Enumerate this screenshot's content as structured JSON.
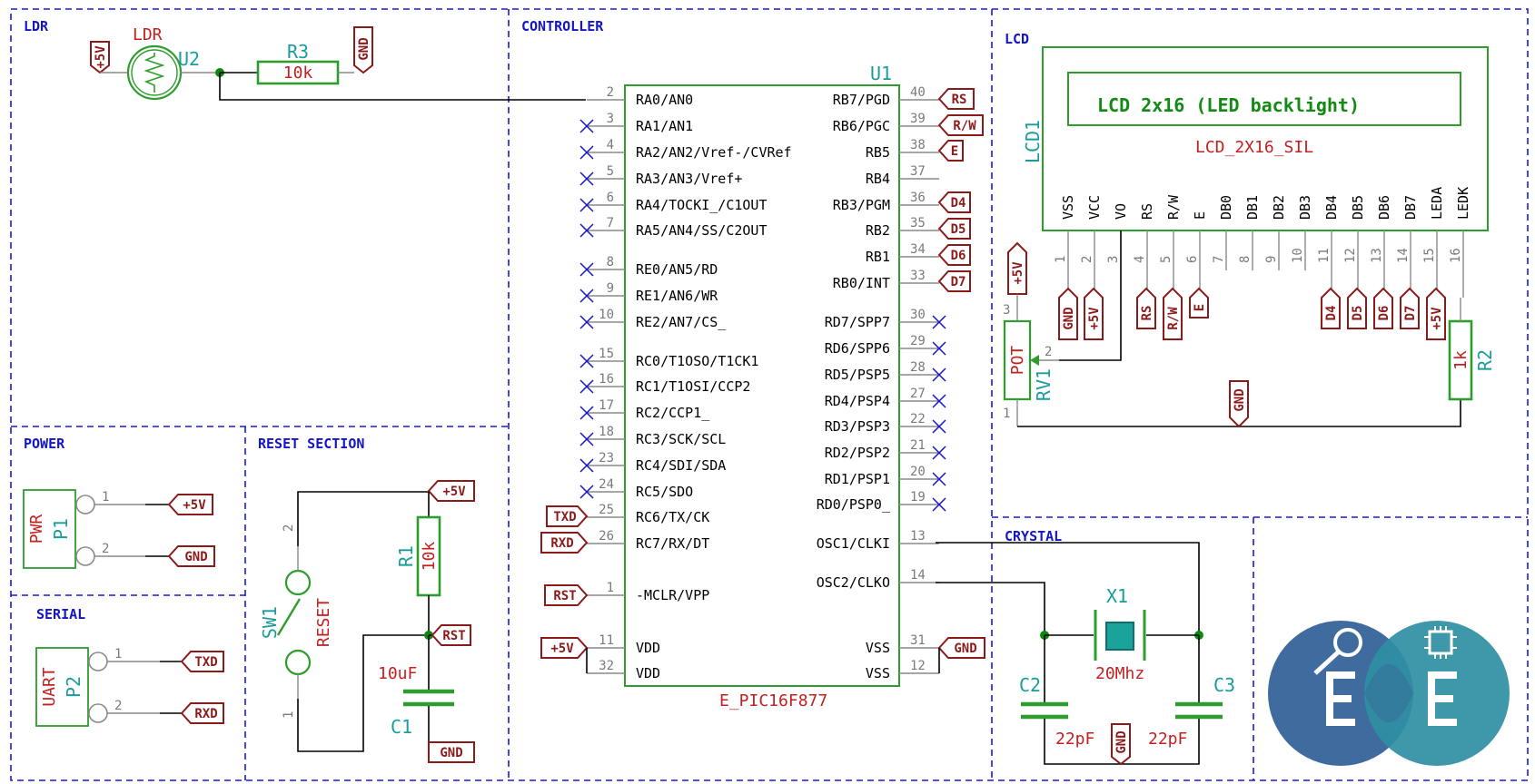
{
  "sections": {
    "ldr": "LDR",
    "controller": "CONTROLLER",
    "lcd": "LCD",
    "power": "POWER",
    "reset": "RESET SECTION",
    "serial": "SERIAL",
    "crystal": "CRYSTAL"
  },
  "labels": {
    "p5v": "+5V",
    "gnd": "GND",
    "rs": "RS",
    "rw": "R/W",
    "e": "E",
    "d4": "D4",
    "d5": "D5",
    "d6": "D6",
    "d7": "D7",
    "txd": "TXD",
    "rxd": "RXD",
    "rst": "RST"
  },
  "ldr": {
    "name": "LDR",
    "ref": "U2"
  },
  "r3": {
    "ref": "R3",
    "value": "10k"
  },
  "mcu": {
    "ref": "U1",
    "name": "E_PIC16F877",
    "left_pins": [
      {
        "num": "2",
        "name": "RA0/AN0"
      },
      {
        "num": "3",
        "name": "RA1/AN1"
      },
      {
        "num": "4",
        "name": "RA2/AN2/Vref-/CVRef"
      },
      {
        "num": "5",
        "name": "RA3/AN3/Vref+"
      },
      {
        "num": "6",
        "name": "RA4/TOCKI_/C1OUT"
      },
      {
        "num": "7",
        "name": "RA5/AN4/SS/C2OUT"
      },
      {
        "num": "8",
        "name": "RE0/AN5/RD"
      },
      {
        "num": "9",
        "name": "RE1/AN6/WR"
      },
      {
        "num": "10",
        "name": "RE2/AN7/CS_"
      },
      {
        "num": "15",
        "name": "RC0/T1OSO/T1CK1"
      },
      {
        "num": "16",
        "name": "RC1/T1OSI/CCP2"
      },
      {
        "num": "17",
        "name": "RC2/CCP1_"
      },
      {
        "num": "18",
        "name": "RC3/SCK/SCL"
      },
      {
        "num": "23",
        "name": "RC4/SDI/SDA"
      },
      {
        "num": "24",
        "name": "RC5/SDO"
      },
      {
        "num": "25",
        "name": "RC6/TX/CK"
      },
      {
        "num": "26",
        "name": "RC7/RX/DT"
      },
      {
        "num": "1",
        "name": "-MCLR/VPP"
      },
      {
        "num": "11",
        "name": "VDD"
      },
      {
        "num": "32",
        "name": "VDD"
      }
    ],
    "right_pins": [
      {
        "num": "40",
        "name": "RB7/PGD"
      },
      {
        "num": "39",
        "name": "RB6/PGC"
      },
      {
        "num": "38",
        "name": "RB5"
      },
      {
        "num": "37",
        "name": "RB4"
      },
      {
        "num": "36",
        "name": "RB3/PGM"
      },
      {
        "num": "35",
        "name": "RB2"
      },
      {
        "num": "34",
        "name": "RB1"
      },
      {
        "num": "33",
        "name": "RB0/INT"
      },
      {
        "num": "30",
        "name": "RD7/SPP7"
      },
      {
        "num": "29",
        "name": "RD6/SPP6"
      },
      {
        "num": "28",
        "name": "RD5/PSP5"
      },
      {
        "num": "27",
        "name": "RD4/PSP4"
      },
      {
        "num": "22",
        "name": "RD3/PSP3"
      },
      {
        "num": "21",
        "name": "RD2/PSP2"
      },
      {
        "num": "20",
        "name": "RD1/PSP1"
      },
      {
        "num": "19",
        "name": "RD0/PSP0_"
      },
      {
        "num": "13",
        "name": "OSC1/CLKI"
      },
      {
        "num": "14",
        "name": "OSC2/CLKO"
      },
      {
        "num": "31",
        "name": "VSS"
      },
      {
        "num": "12",
        "name": "VSS"
      }
    ]
  },
  "lcd": {
    "ref": "LCD1",
    "name": "LCD_2X16_SIL",
    "text": "LCD 2x16 (LED backlight)",
    "pins": [
      {
        "num": "1",
        "name": "VSS"
      },
      {
        "num": "2",
        "name": "VCC"
      },
      {
        "num": "3",
        "name": "VO"
      },
      {
        "num": "4",
        "name": "RS"
      },
      {
        "num": "5",
        "name": "R/W"
      },
      {
        "num": "6",
        "name": "E"
      },
      {
        "num": "7",
        "name": "DB0"
      },
      {
        "num": "8",
        "name": "DB1"
      },
      {
        "num": "9",
        "name": "DB2"
      },
      {
        "num": "10",
        "name": "DB3"
      },
      {
        "num": "11",
        "name": "DB4"
      },
      {
        "num": "12",
        "name": "DB5"
      },
      {
        "num": "13",
        "name": "DB6"
      },
      {
        "num": "14",
        "name": "DB7"
      },
      {
        "num": "15",
        "name": "LEDA"
      },
      {
        "num": "16",
        "name": "LEDK"
      }
    ]
  },
  "rv1": {
    "ref": "RV1",
    "value": "POT",
    "pin1": "1",
    "pin2": "2",
    "pin3": "3"
  },
  "r2": {
    "ref": "R2",
    "value": "1k"
  },
  "p1": {
    "ref": "P1",
    "value": "PWR",
    "pin1": "1",
    "pin2": "2"
  },
  "p2": {
    "ref": "P2",
    "value": "UART",
    "pin1": "1",
    "pin2": "2"
  },
  "sw1": {
    "ref": "SW1",
    "value": "RESET",
    "pin1": "1",
    "pin2": "2"
  },
  "r1": {
    "ref": "R1",
    "value": "10k"
  },
  "c1": {
    "ref": "C1",
    "value": "10uF"
  },
  "x1": {
    "ref": "X1",
    "value": "20Mhz"
  },
  "c2": {
    "ref": "C2",
    "value": "22pF"
  },
  "c3": {
    "ref": "C3",
    "value": "22pF"
  },
  "colors": {
    "wire": "#000000",
    "body": "#2e9d2e",
    "frame": "#1a1ad6",
    "label": "#8b1a1a",
    "value": "#c42020",
    "reference": "#1b9c9c",
    "logo_left": "#3f6b9e",
    "logo_right": "#2f8fa3"
  }
}
